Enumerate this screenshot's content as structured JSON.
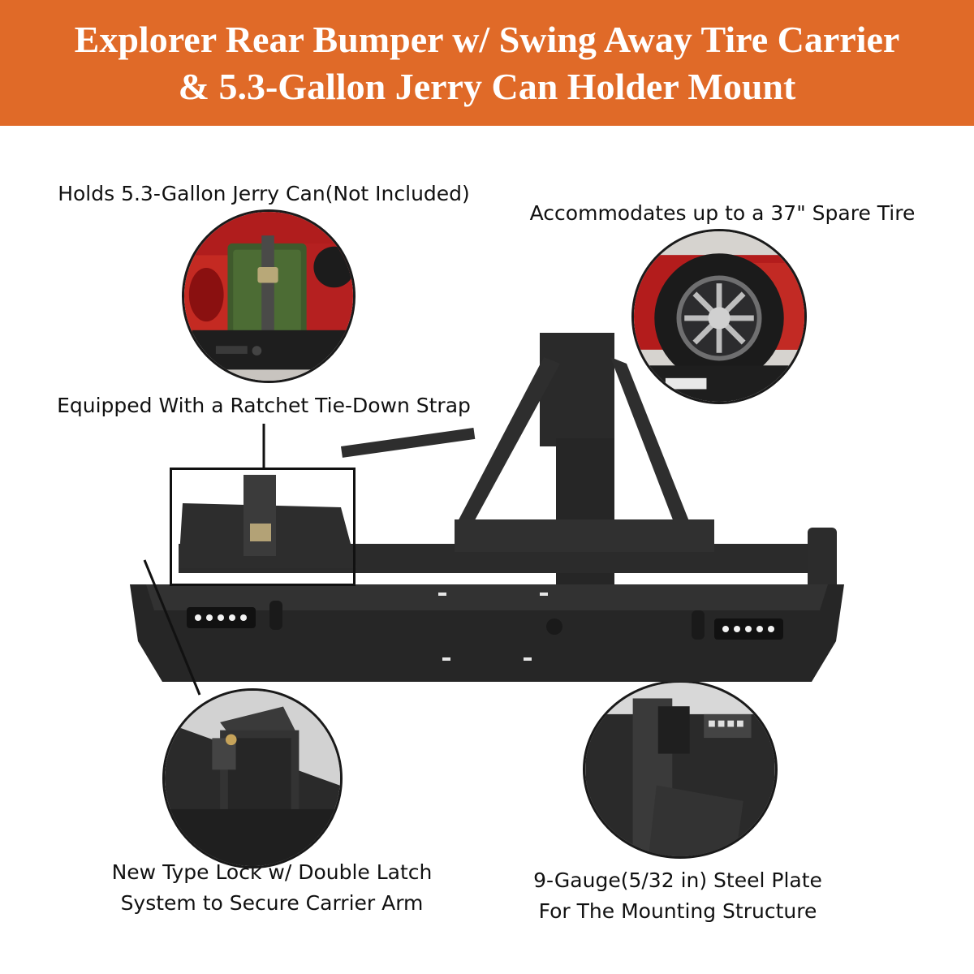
{
  "banner": {
    "title_line_1": "Explorer Rear Bumper w/ Swing Away Tire Carrier",
    "title_line_2": "& 5.3-Gallon Jerry Can Holder Mount",
    "background_color": "#e06a28",
    "text_color": "#ffffff"
  },
  "features": {
    "jerry_can": "Holds 5.3-Gallon Jerry Can(Not Included)",
    "spare_tire": "Accommodates up to a 37\" Spare Tire",
    "ratchet_strap": "Equipped With a Ratchet Tie-Down Strap",
    "lock_line_1": "New Type Lock w/  Double Latch",
    "lock_line_2": "System to Secure Carrier Arm",
    "plate_line_1": "9-Gauge(5/32 in) Steel Plate",
    "plate_line_2": "For The Mounting Structure"
  }
}
